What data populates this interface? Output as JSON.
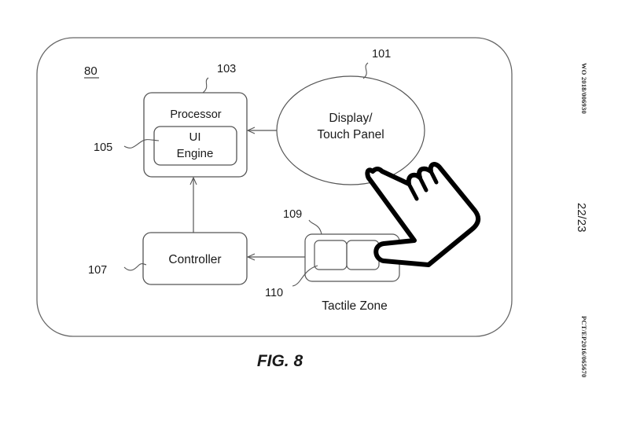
{
  "figure": {
    "caption": "FIG. 8",
    "system_ref": "80"
  },
  "blocks": {
    "display": {
      "ref": "101",
      "line1": "Display/",
      "line2": "Touch Panel"
    },
    "processor": {
      "ref": "103",
      "label": "Processor"
    },
    "ui_engine": {
      "ref": "105",
      "line1": "UI",
      "line2": "Engine"
    },
    "controller": {
      "ref": "107",
      "label": "Controller"
    },
    "tactile_zone": {
      "ref": "109",
      "label": "Tactile Zone"
    },
    "tactile_button": {
      "ref": "110"
    }
  },
  "hand_icon": "pointing-hand-icon",
  "sidebar": {
    "publication_number": "WO 2018/006930",
    "page": "22/23",
    "application_number": "PCT/EP2016/065670"
  },
  "colors": {
    "line": "#555555",
    "hand": "#000000",
    "text": "#1a1a1a"
  }
}
